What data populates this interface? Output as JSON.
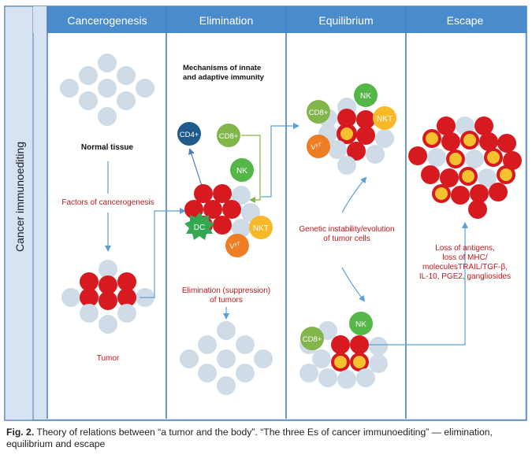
{
  "side_label": "Cancer immunoediting",
  "columns": [
    "Cancerogenesis",
    "Elimination",
    "Equilibrium",
    "Escape"
  ],
  "cancerogenesis": {
    "normal_tissue": "Normal tissue",
    "factors": "Factors of cancerogenesis",
    "tumor": "Tumor"
  },
  "elimination": {
    "mechanisms_line1": "Mechanisms of innate",
    "mechanisms_line2": "and adaptive immunity",
    "suppression_line1": "Elimination (suppression)",
    "suppression_line2": "of tumors"
  },
  "equilibrium": {
    "genetic_line1": "Genetic instability/evolution",
    "genetic_line2": "of tumor cells"
  },
  "escape": {
    "loss_lines": [
      "Loss of antigens,",
      "loss of MHC/",
      "moleculesTRAIL/TGF-β,",
      "IL-10, PGE2, gangliosides"
    ]
  },
  "cells": {
    "cd4": "CD4+",
    "cd8": "CD8+",
    "nk": "NK",
    "nkt": "NKT",
    "dc": "DC",
    "vgt": "V",
    "vgt_sup": "γT",
    "vgt_sup2": "γT"
  },
  "caption": {
    "label": "Fig. 2.",
    "text": " Theory of relations between “a tumor and the body”. “The three Es of cancer immunoediting” — elimination, equilibrium and escape"
  },
  "colors": {
    "header_blue": "#4a8ccb",
    "panel_bg": "#d7e3f2",
    "border": "#4a7fb8",
    "normal_cell": "#cfdbe6",
    "tumor_red": "#d71920",
    "tumor_yellow": "#f5c12e",
    "arrow": "#5aa0d6",
    "text_red": "#c4161c",
    "cd4_blue": "#1e5b8c",
    "cd8_green": "#82b54b",
    "nk_green": "#54b748",
    "nkt_yellow": "#f7b928",
    "vgt_orange": "#ee7d23",
    "dc_green": "#33a851"
  }
}
